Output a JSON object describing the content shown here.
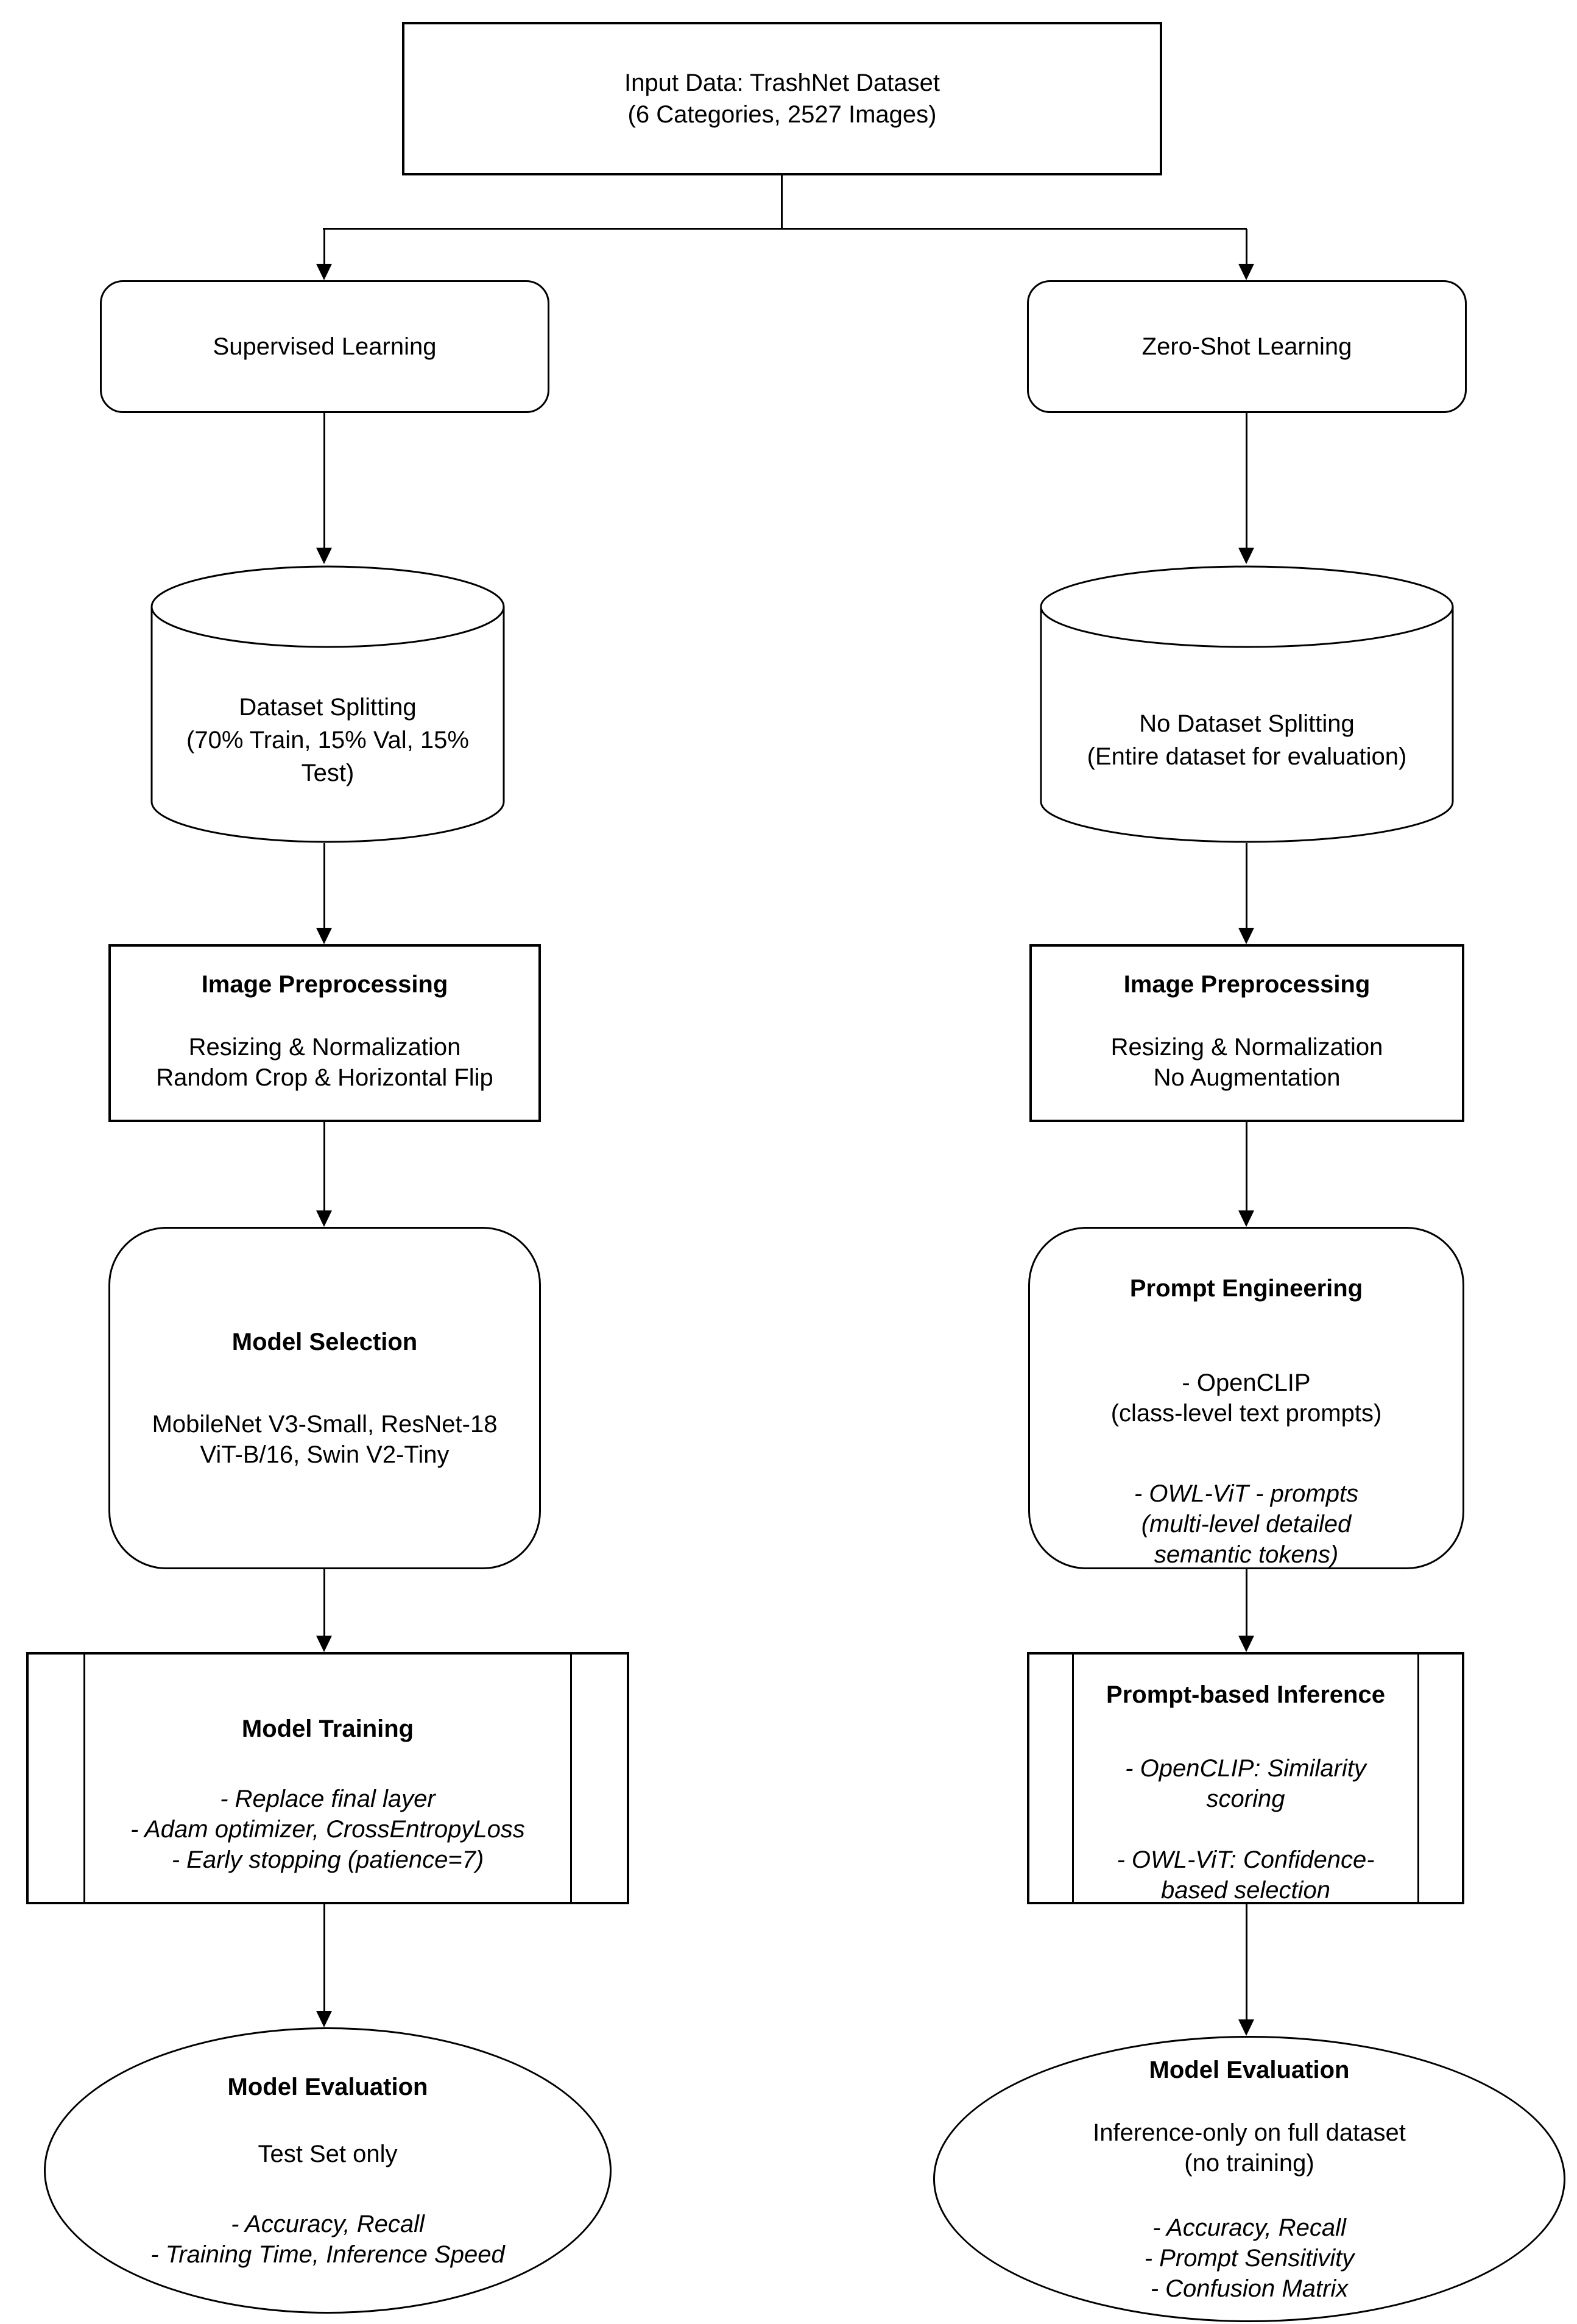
{
  "canvas": {
    "background": "#ffffff",
    "stroke": "#000000"
  },
  "root": {
    "lines": [
      "Input Data: TrashNet Dataset",
      "(6 Categories, 2527 Images)"
    ]
  },
  "left": {
    "branch": "Supervised Learning",
    "cylinder": {
      "lines": [
        "Dataset Splitting",
        "(70% Train, 15% Val, 15%",
        "Test)"
      ]
    },
    "preprocessing": {
      "title": "Image Preprocessing",
      "lines": [
        "Resizing & Normalization",
        "Random Crop & Horizontal Flip"
      ]
    },
    "model_selection": {
      "title": "Model Selection",
      "lines": [
        "MobileNet V3-Small, ResNet-18",
        "ViT-B/16, Swin V2-Tiny"
      ]
    },
    "training": {
      "title": "Model Training",
      "lines": [
        "- Replace final layer",
        "- Adam optimizer, CrossEntropyLoss",
        "- Early stopping (patience=7)"
      ]
    },
    "evaluation": {
      "title": "Model Evaluation",
      "subtitle": "Test Set only",
      "lines": [
        "- Accuracy, Recall",
        "- Training Time, Inference Speed"
      ]
    }
  },
  "right": {
    "branch": "Zero-Shot Learning",
    "cylinder": {
      "lines": [
        "No Dataset Splitting",
        "(Entire dataset for evaluation)"
      ]
    },
    "preprocessing": {
      "title": "Image Preprocessing",
      "lines": [
        "Resizing & Normalization",
        "No Augmentation"
      ]
    },
    "prompt_engineering": {
      "title": "Prompt Engineering",
      "group1": [
        "- OpenCLIP",
        "(class-level text prompts)"
      ],
      "group2": [
        "- OWL-ViT - prompts",
        "(multi-level detailed",
        "semantic tokens)"
      ]
    },
    "inference": {
      "title": "Prompt-based Inference",
      "group1": [
        "- OpenCLIP: Similarity",
        "scoring"
      ],
      "group2": [
        "- OWL-ViT: Confidence-",
        "based selection"
      ]
    },
    "evaluation": {
      "title": "Model Evaluation",
      "subtitle_lines": [
        "Inference-only on full dataset",
        "(no training)"
      ],
      "lines": [
        "- Accuracy, Recall",
        "- Prompt Sensitivity",
        "- Confusion Matrix"
      ]
    }
  }
}
